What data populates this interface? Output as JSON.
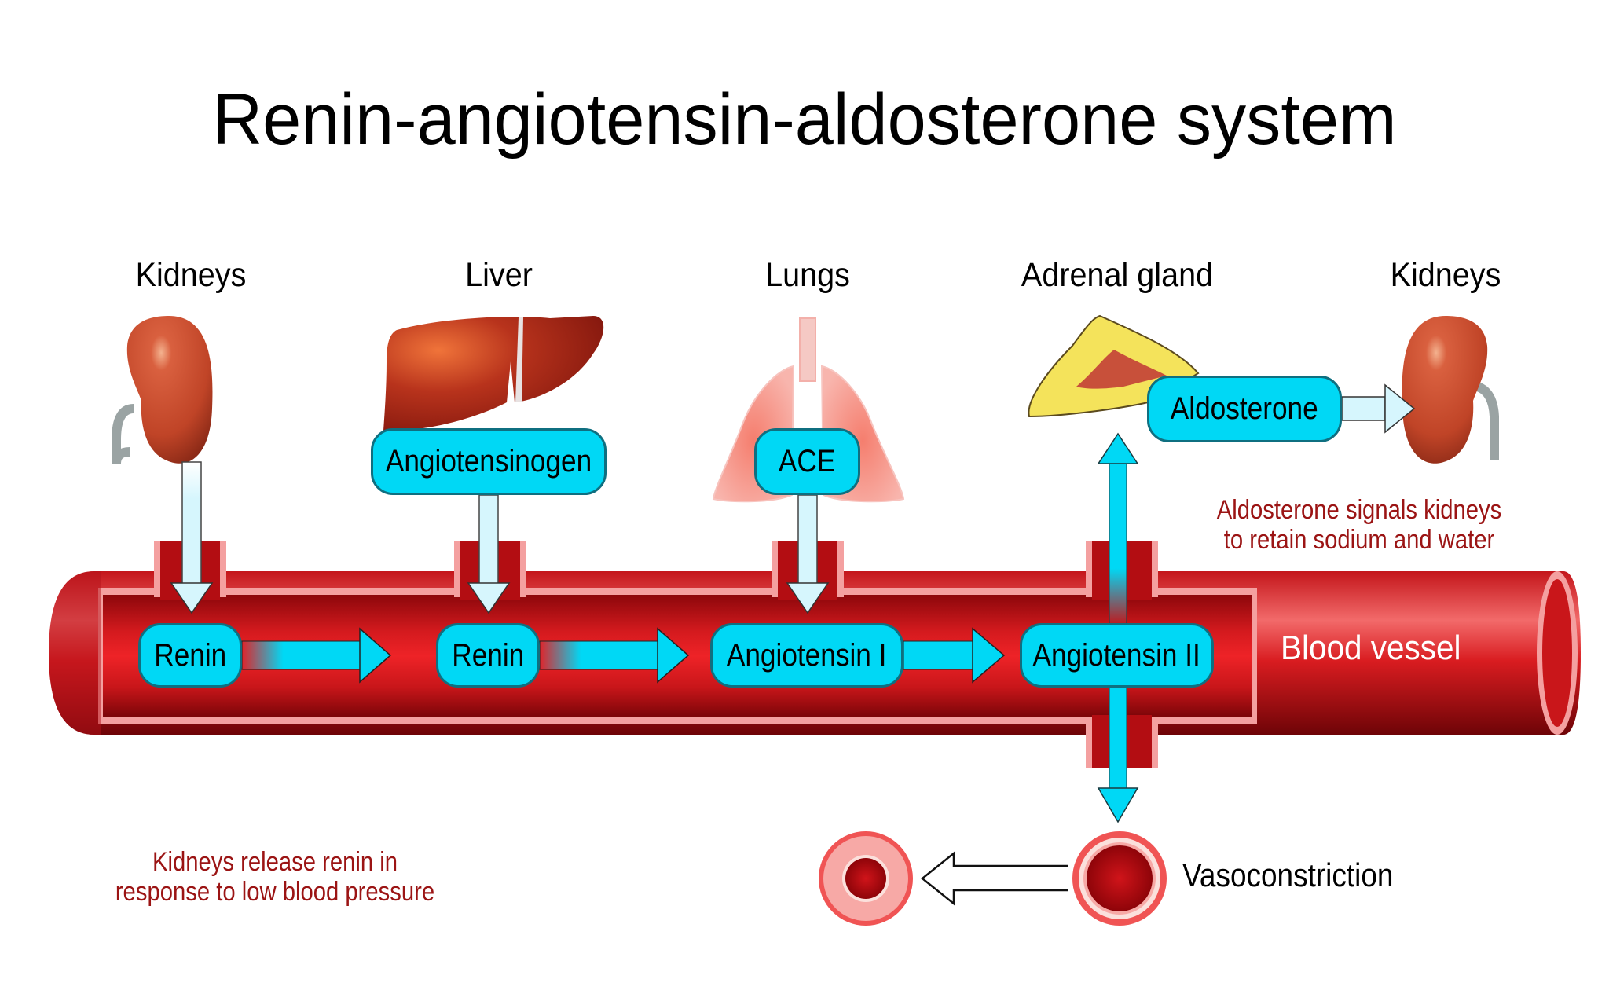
{
  "title": "Renin-angiotensin-aldosterone system",
  "organs": [
    {
      "label": "Kidneys",
      "icon": "kidney-icon"
    },
    {
      "label": "Liver",
      "icon": "liver-icon"
    },
    {
      "label": "Lungs",
      "icon": "lungs-icon"
    },
    {
      "label": "Adrenal gland",
      "icon": "adrenal-gland-icon"
    },
    {
      "label": "Kidneys",
      "icon": "kidney-icon"
    }
  ],
  "boxes": {
    "angiotensinogen": "Angiotensinogen",
    "ace": "ACE",
    "aldosterone": "Aldosterone",
    "renin_1": "Renin",
    "renin_2": "Renin",
    "angiotensin_1": "Angiotensin I",
    "angiotensin_2": "Angiotensin II"
  },
  "labels": {
    "blood_vessel": "Blood vessel",
    "vasoconstriction": "Vasoconstriction"
  },
  "notes": {
    "aldosterone_note_line1": "Aldosterone signals kidneys",
    "aldosterone_note_line2": "to retain sodium and water",
    "renin_note_line1": "Kidneys release renin in",
    "renin_note_line2": "response to low blood pressure"
  },
  "colors": {
    "box_fill": "#00d8f5",
    "box_border": "#0f6f80",
    "vessel_red": "#d8181e",
    "vessel_dark": "#7a0508",
    "vessel_lining": "#f4a0a0",
    "note_text": "#9b1414",
    "light_arrow": "#d6f6fd"
  }
}
